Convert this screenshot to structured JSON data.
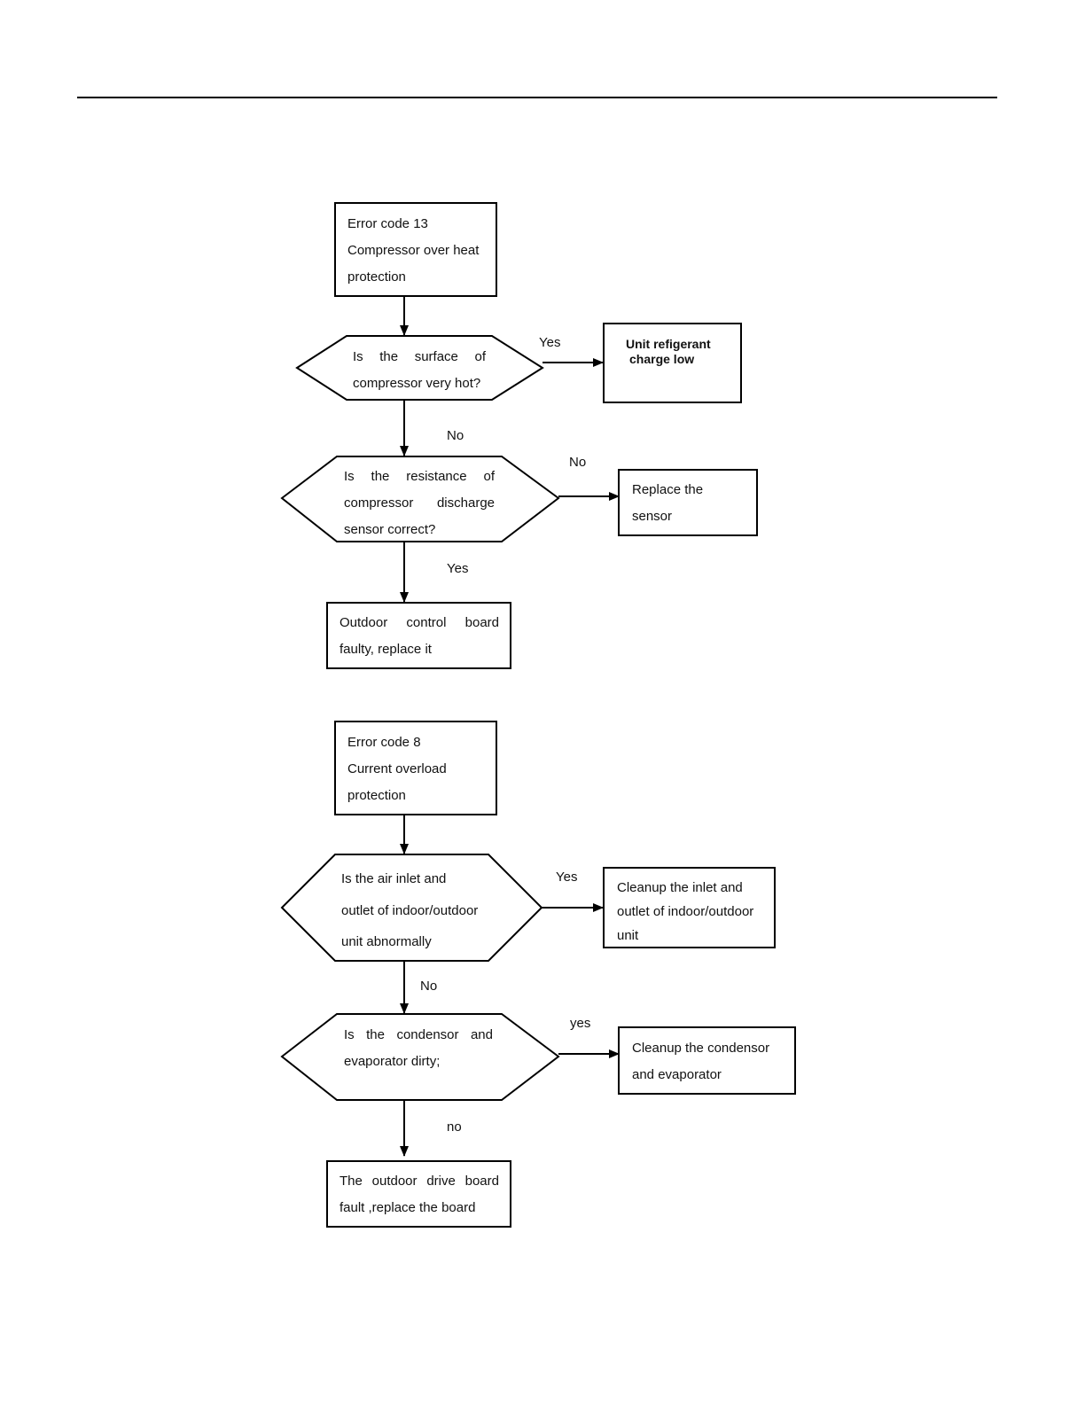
{
  "flowchart_1": {
    "start": {
      "lines": [
        "Error code 13",
        "Compressor over heat",
        "protection"
      ]
    },
    "decision_hot": {
      "lines": [
        "Is the surface of",
        "compressor very hot?"
      ]
    },
    "yes_hot_label": "Yes",
    "refrigerant_low": {
      "lines": [
        "Unit refigerant",
        "charge low"
      ]
    },
    "no_hot_label": "No",
    "decision_sensor": {
      "lines": [
        "Is the resistance of",
        "compressor discharge",
        "sensor correct?"
      ]
    },
    "no_sensor_label": "No",
    "replace_sensor": {
      "lines": [
        "Replace the",
        "sensor"
      ]
    },
    "yes_sensor_label": "Yes",
    "control_board": {
      "lines": [
        "Outdoor control board",
        "faulty, replace it"
      ]
    }
  },
  "flowchart_2": {
    "start": {
      "lines": [
        "Error code 8",
        "Current overload",
        "protection"
      ]
    },
    "decision_air": {
      "lines": [
        "Is the air inlet and",
        "outlet of indoor/outdoor",
        "unit abnormally"
      ]
    },
    "yes_air_label": "Yes",
    "cleanup_inlet": {
      "lines": [
        "Cleanup the inlet and",
        "outlet of indoor/outdoor",
        "unit"
      ]
    },
    "no_air_label": "No",
    "decision_dirty": {
      "lines": [
        "Is the condensor and",
        "evaporator dirty;"
      ]
    },
    "yes_dirty_label": "yes",
    "cleanup_condensor": {
      "lines": [
        "Cleanup the condensor",
        "and evaporator"
      ]
    },
    "no_dirty_label": "no",
    "drive_board": {
      "lines": [
        "The outdoor drive board",
        "fault ,replace the board"
      ]
    }
  }
}
